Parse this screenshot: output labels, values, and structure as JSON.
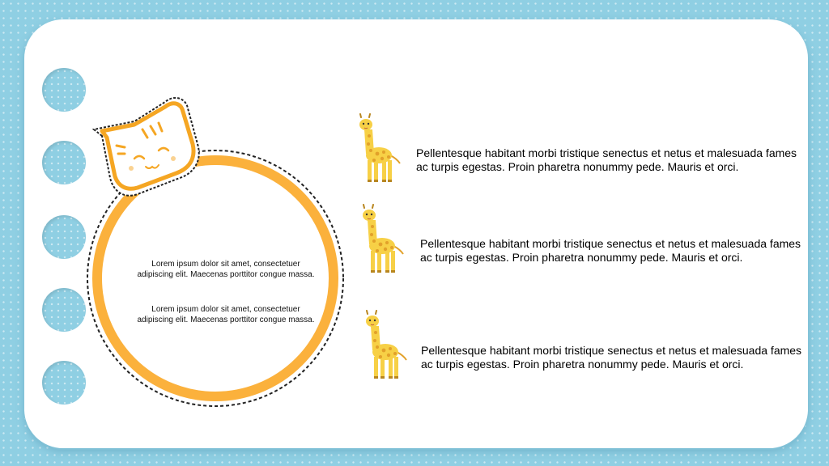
{
  "circle": {
    "paragraphs": [
      "Lorem ipsum dolor sit amet, consectetuer adipiscing elit. Maecenas porttitor congue massa.",
      "Lorem ipsum dolor sit amet, consectetuer adipiscing elit. Maecenas porttitor congue massa."
    ]
  },
  "items": [
    {
      "text": "Pellentesque habitant morbi tristique senectus et netus et malesuada fames ac turpis egestas. Proin pharetra nonummy pede. Mauris et orci."
    },
    {
      "text": "Pellentesque habitant morbi tristique senectus et netus et malesuada fames ac turpis egestas. Proin pharetra nonummy pede. Mauris et orci."
    },
    {
      "text": "Pellentesque habitant morbi tristique senectus et netus et malesuada fames ac turpis egestas. Proin pharetra nonummy pede. Mauris et orci."
    }
  ],
  "colors": {
    "background": "#8fcfe3",
    "ring": "#fbb13c",
    "giraffe": "#f7d046",
    "spots": "#e2a12a"
  }
}
